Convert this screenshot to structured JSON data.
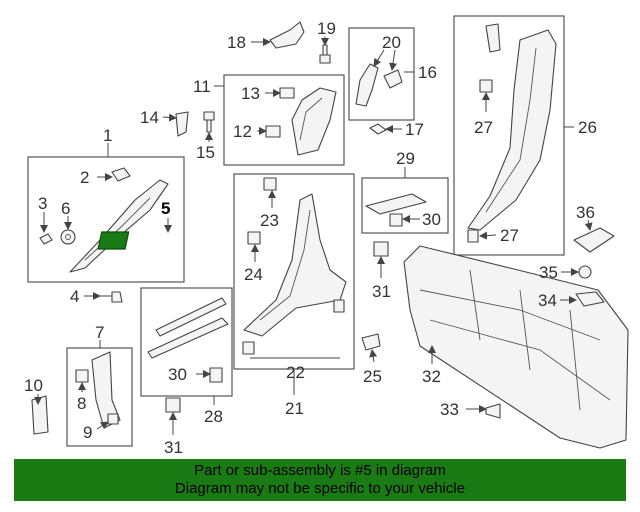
{
  "callouts": [
    "1",
    "2",
    "3",
    "4",
    "5",
    "6",
    "7",
    "8",
    "9",
    "10",
    "11",
    "12",
    "13",
    "14",
    "15",
    "16",
    "17",
    "18",
    "19",
    "20",
    "21",
    "22",
    "23",
    "24",
    "25",
    "26",
    "27",
    "27",
    "28",
    "29",
    "30",
    "30",
    "31",
    "31",
    "32",
    "33",
    "34",
    "35",
    "36"
  ],
  "highlight": {
    "part_number": "5",
    "color": "#1a7a14"
  },
  "banner": {
    "line1": "Part or sub-assembly is #5 in diagram",
    "line2": "Diagram may not be specific to your vehicle",
    "color": "#1a7a14"
  }
}
